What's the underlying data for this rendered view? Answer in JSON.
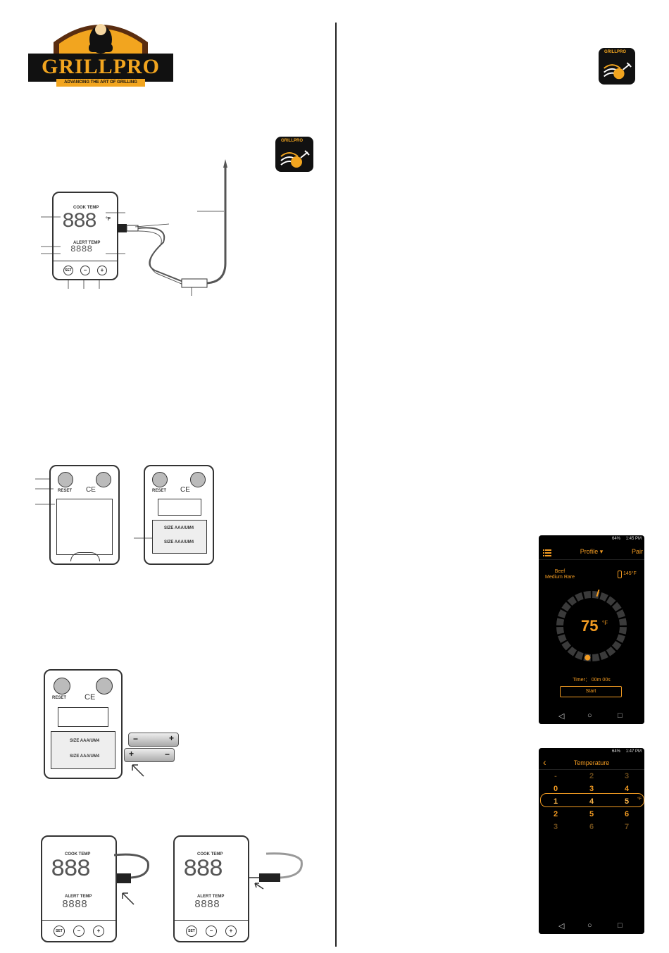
{
  "brand": {
    "name": "GRILLPRO",
    "tagline": "ADVANCING THE ART OF GRILLING",
    "colors": {
      "gold": "#f2a51f",
      "brown": "#5a2d10",
      "dark": "#111111"
    }
  },
  "device": {
    "cook_temp_label": "COOK TEMP",
    "alert_temp_label": "ALERT TEMP",
    "lcd_digits": "888",
    "alert_digits": "8888",
    "unit_display": "°F",
    "buttons": {
      "set": "SET",
      "minus": "−",
      "plus": "+"
    },
    "reset_label": "RESET",
    "ce_mark": "CE",
    "battery_label": "SIZE AAA/UM4",
    "battery_plus": "+",
    "battery_minus": "−"
  },
  "phone_profile": {
    "status_time": "1:45 PM",
    "status_battery": "64%",
    "header_title": "Profile ▾",
    "header_action": "Pair",
    "menu_icon": "list-icon",
    "meat": "Beef",
    "doneness": "Medium Rare",
    "target_temp": "145°F",
    "current_temp": "75",
    "current_unit": "°F",
    "timer_label": "Timer：",
    "timer_value": "00m 00s",
    "start_button": "Start",
    "progress_fraction": 0.52
  },
  "phone_temperature": {
    "status_time": "1:47 PM",
    "status_battery": "64%",
    "header_title": "Temperature",
    "unit": "°F",
    "picker_rows": [
      [
        "-",
        "2",
        "3"
      ],
      [
        "0",
        "3",
        "4"
      ],
      [
        "1",
        "4",
        "5"
      ],
      [
        "2",
        "5",
        "6"
      ],
      [
        "3",
        "6",
        "7"
      ]
    ],
    "selected_row": 2
  },
  "navbar": {
    "back": "◁",
    "home": "○",
    "recent": "□"
  }
}
